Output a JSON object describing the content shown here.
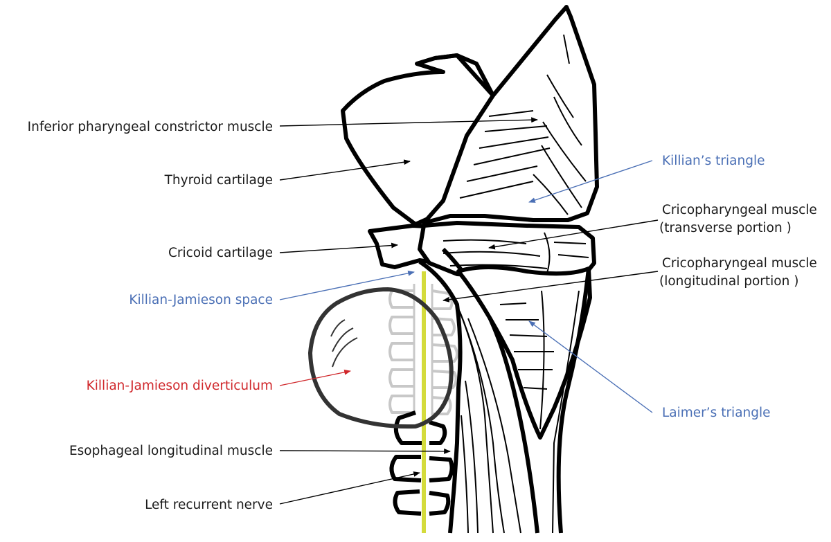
{
  "labels": {
    "inferior_constrictor": "Inferior pharyngeal constrictor muscle",
    "thyroid_cartilage": "Thyroid cartilage",
    "cricoid_cartilage": "Cricoid cartilage",
    "kj_space": "Killian-Jamieson space",
    "kj_diverticulum": "Killian-Jamieson diverticulum",
    "esophageal_longitudinal": "Esophageal longitudinal muscle",
    "left_recurrent_nerve": "Left recurrent nerve",
    "killians_triangle": "Killian’s triangle",
    "cp_transverse_line1": "Cricopharyngeal muscle",
    "cp_transverse_line2": "(transverse portion )",
    "cp_longitudinal_line1": "Cricopharyngeal muscle",
    "cp_longitudinal_line2": "(longitudinal portion )",
    "laimers_triangle": "Laimer’s triangle"
  },
  "colors": {
    "outline": "#000000",
    "black_label": "#1a1a1a",
    "blue_label": "#4a6fb5",
    "red_label": "#d0272b",
    "nerve": "#d4db3c",
    "trachea_gray": "#c8c8c8"
  }
}
